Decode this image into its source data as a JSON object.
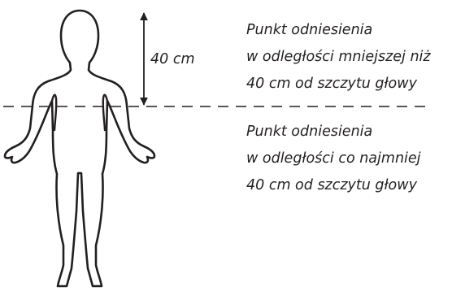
{
  "distance_label": "40 cm",
  "caption_above": {
    "lines": [
      "Punkt odniesienia",
      "w odległości mniejszej niż",
      "40 cm od szczytu głowy"
    ]
  },
  "caption_below": {
    "lines": [
      "Punkt odniesienia",
      "w odległości co najmniej",
      "40 cm od szczytu głowy"
    ]
  },
  "colors": {
    "ink": "#231f20",
    "background": "#ffffff"
  }
}
